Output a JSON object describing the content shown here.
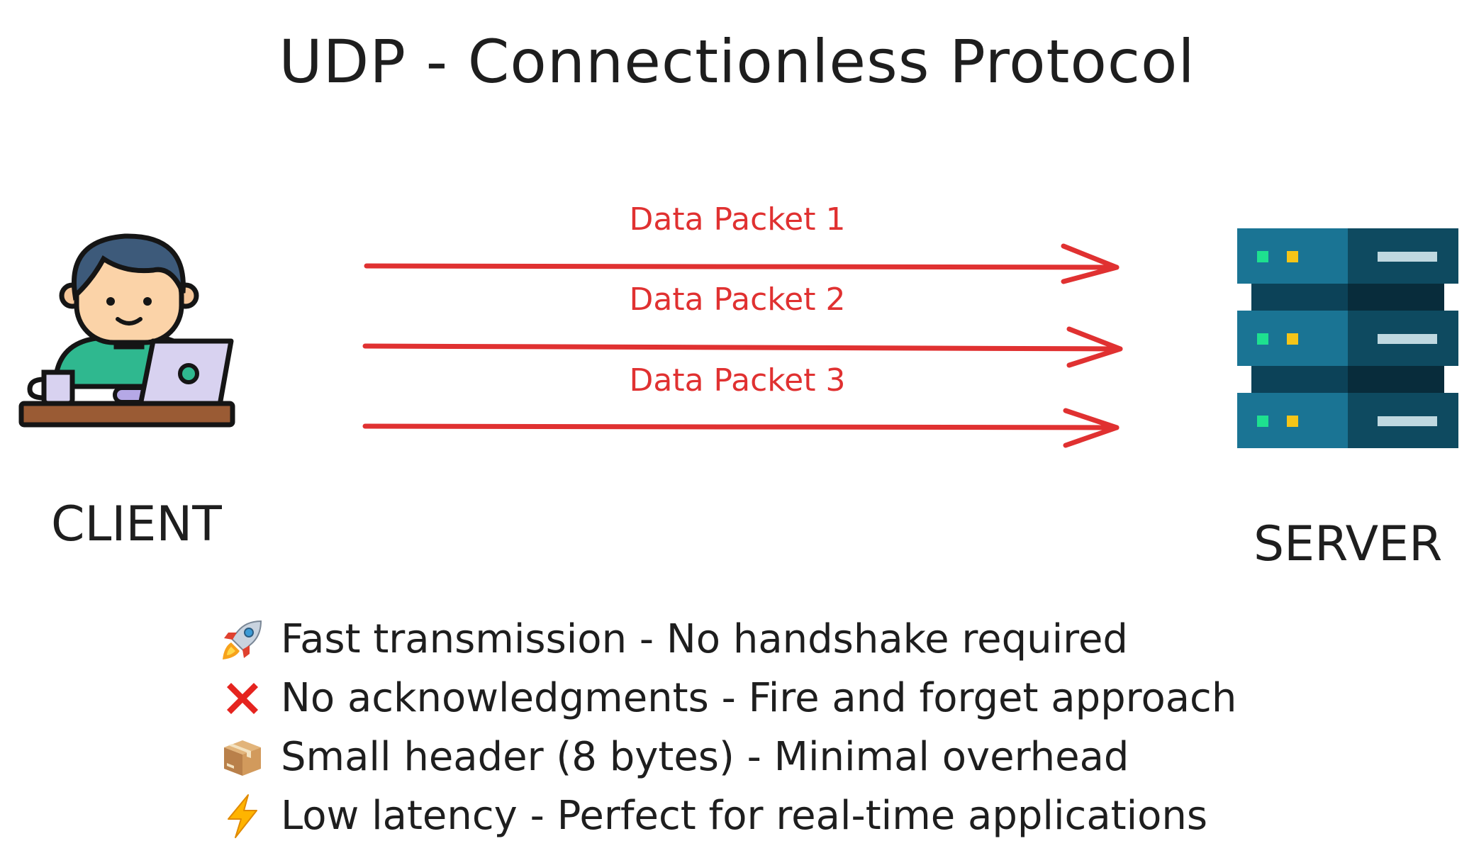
{
  "title": "UDP - Connectionless Protocol",
  "client": {
    "label": "CLIENT",
    "icon": "person-at-laptop-icon"
  },
  "server": {
    "label": "SERVER",
    "icon": "server-rack-icon"
  },
  "packets": [
    {
      "label": "Data Packet 1"
    },
    {
      "label": "Data Packet 2"
    },
    {
      "label": "Data Packet 3"
    }
  ],
  "notes": [
    {
      "icon": "rocket-icon",
      "text": "Fast transmission - No handshake required"
    },
    {
      "icon": "red-cross-icon",
      "text": "No acknowledgments - Fire and forget approach"
    },
    {
      "icon": "package-icon",
      "text": "Small header (8 bytes) - Minimal overhead"
    },
    {
      "icon": "lightning-icon",
      "text": "Low latency - Perfect for real-time applications"
    }
  ],
  "colors": {
    "arrow": "#e03131",
    "text": "#1e1e1e",
    "server_front": "#1a7494",
    "server_dark": "#0e4a60"
  }
}
